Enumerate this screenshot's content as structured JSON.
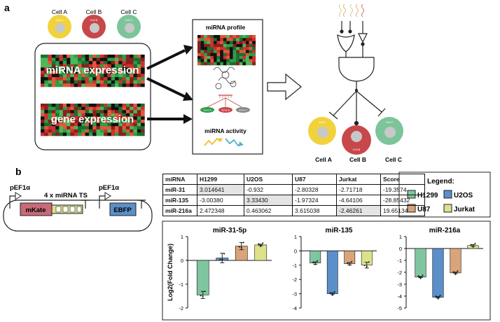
{
  "panel_a": {
    "letter": "a",
    "cells_top": [
      "Cell A",
      "Cell B",
      "Cell C"
    ],
    "cells_top_inner": [
      "Cell A",
      "Cell B",
      "Cell C"
    ],
    "mirna_expression": "miRNA expression",
    "gene_expression": "gene expression",
    "mirna_profile": "miRNA profile",
    "mirna_activity": "miRNA activity",
    "gene_nodes": [
      "Gene A",
      "Gene B",
      "Gene C"
    ],
    "cells_bottom": [
      "Cell A",
      "Cell B",
      "Cell C"
    ],
    "cells_bottom_inner": [
      "Cell A",
      "Cell B",
      "Cell C"
    ],
    "colors": {
      "cellA": "#f2d23c",
      "cellB": "#c8474a",
      "cellC": "#7cc49a",
      "heat_red": "#d0312d",
      "heat_green": "#2e9e48"
    }
  },
  "panel_b": {
    "letter": "b",
    "construct": {
      "promoter1": "pEF1α",
      "promoter2": "pEF1α",
      "ts_label": "4 x miRNA TS",
      "gene1": "mKate",
      "gene2": "EBFP"
    },
    "table": {
      "headers": [
        "miRNA",
        "H1299",
        "U2OS",
        "U87",
        "Jurkat",
        "Score"
      ],
      "rows": [
        [
          "miR-31",
          "3.014641",
          "-0.932",
          "-2.80328",
          "-2.71718",
          "-19.3574"
        ],
        [
          "miR-135",
          "-3.00380",
          "3.33430",
          "-1.97324",
          "-4.64106",
          "-28.85432"
        ],
        [
          "miR-216a",
          "2.472348",
          "0.463062",
          "3.615038",
          "-2.46261",
          "19.65134"
        ]
      ],
      "highlight": [
        [
          0,
          1
        ],
        [
          1,
          2
        ],
        [
          2,
          4
        ]
      ]
    },
    "legend": {
      "title": "Legend:",
      "items": [
        {
          "label": "H1299",
          "color": "#7fc6a0"
        },
        {
          "label": "U2OS",
          "color": "#5b8fc9"
        },
        {
          "label": "U87",
          "color": "#d9a479"
        },
        {
          "label": "Jurkat",
          "color": "#dde28a"
        }
      ]
    }
  },
  "chart_data": [
    {
      "type": "bar",
      "title": "miR-31-5p",
      "ylabel": "Log2(Fold Change)",
      "categories": [
        "H1299",
        "U2OS",
        "U87",
        "Jurkat"
      ],
      "values": [
        -1.45,
        0.1,
        0.6,
        0.65
      ],
      "errors": [
        0.15,
        0.2,
        0.15,
        0.03
      ],
      "ylim": [
        -2,
        1
      ],
      "yticks": [
        1,
        0,
        -1,
        -2
      ],
      "colors": [
        "#7fc6a0",
        "#5b8fc9",
        "#d9a479",
        "#dde28a"
      ]
    },
    {
      "type": "bar",
      "title": "miR-135",
      "ylabel": "",
      "categories": [
        "H1299",
        "U2OS",
        "U87",
        "Jurkat"
      ],
      "values": [
        -0.85,
        -3.0,
        -0.9,
        -1.0
      ],
      "errors": [
        0.08,
        0.06,
        0.08,
        0.2
      ],
      "ylim": [
        -4,
        1
      ],
      "yticks": [
        1,
        0,
        -1,
        -2,
        -3,
        -4
      ],
      "colors": [
        "#7fc6a0",
        "#5b8fc9",
        "#d9a479",
        "#dde28a"
      ]
    },
    {
      "type": "bar",
      "title": "miR-216a",
      "ylabel": "",
      "categories": [
        "H1299",
        "U2OS",
        "U87",
        "Jurkat"
      ],
      "values": [
        -2.4,
        -4.1,
        -2.05,
        0.25
      ],
      "errors": [
        0.04,
        0.06,
        0.06,
        0.08
      ],
      "ylim": [
        -5,
        1
      ],
      "yticks": [
        1,
        0,
        -1,
        -2,
        -3,
        -4,
        -5
      ],
      "colors": [
        "#7fc6a0",
        "#5b8fc9",
        "#d9a479",
        "#dde28a"
      ]
    }
  ]
}
